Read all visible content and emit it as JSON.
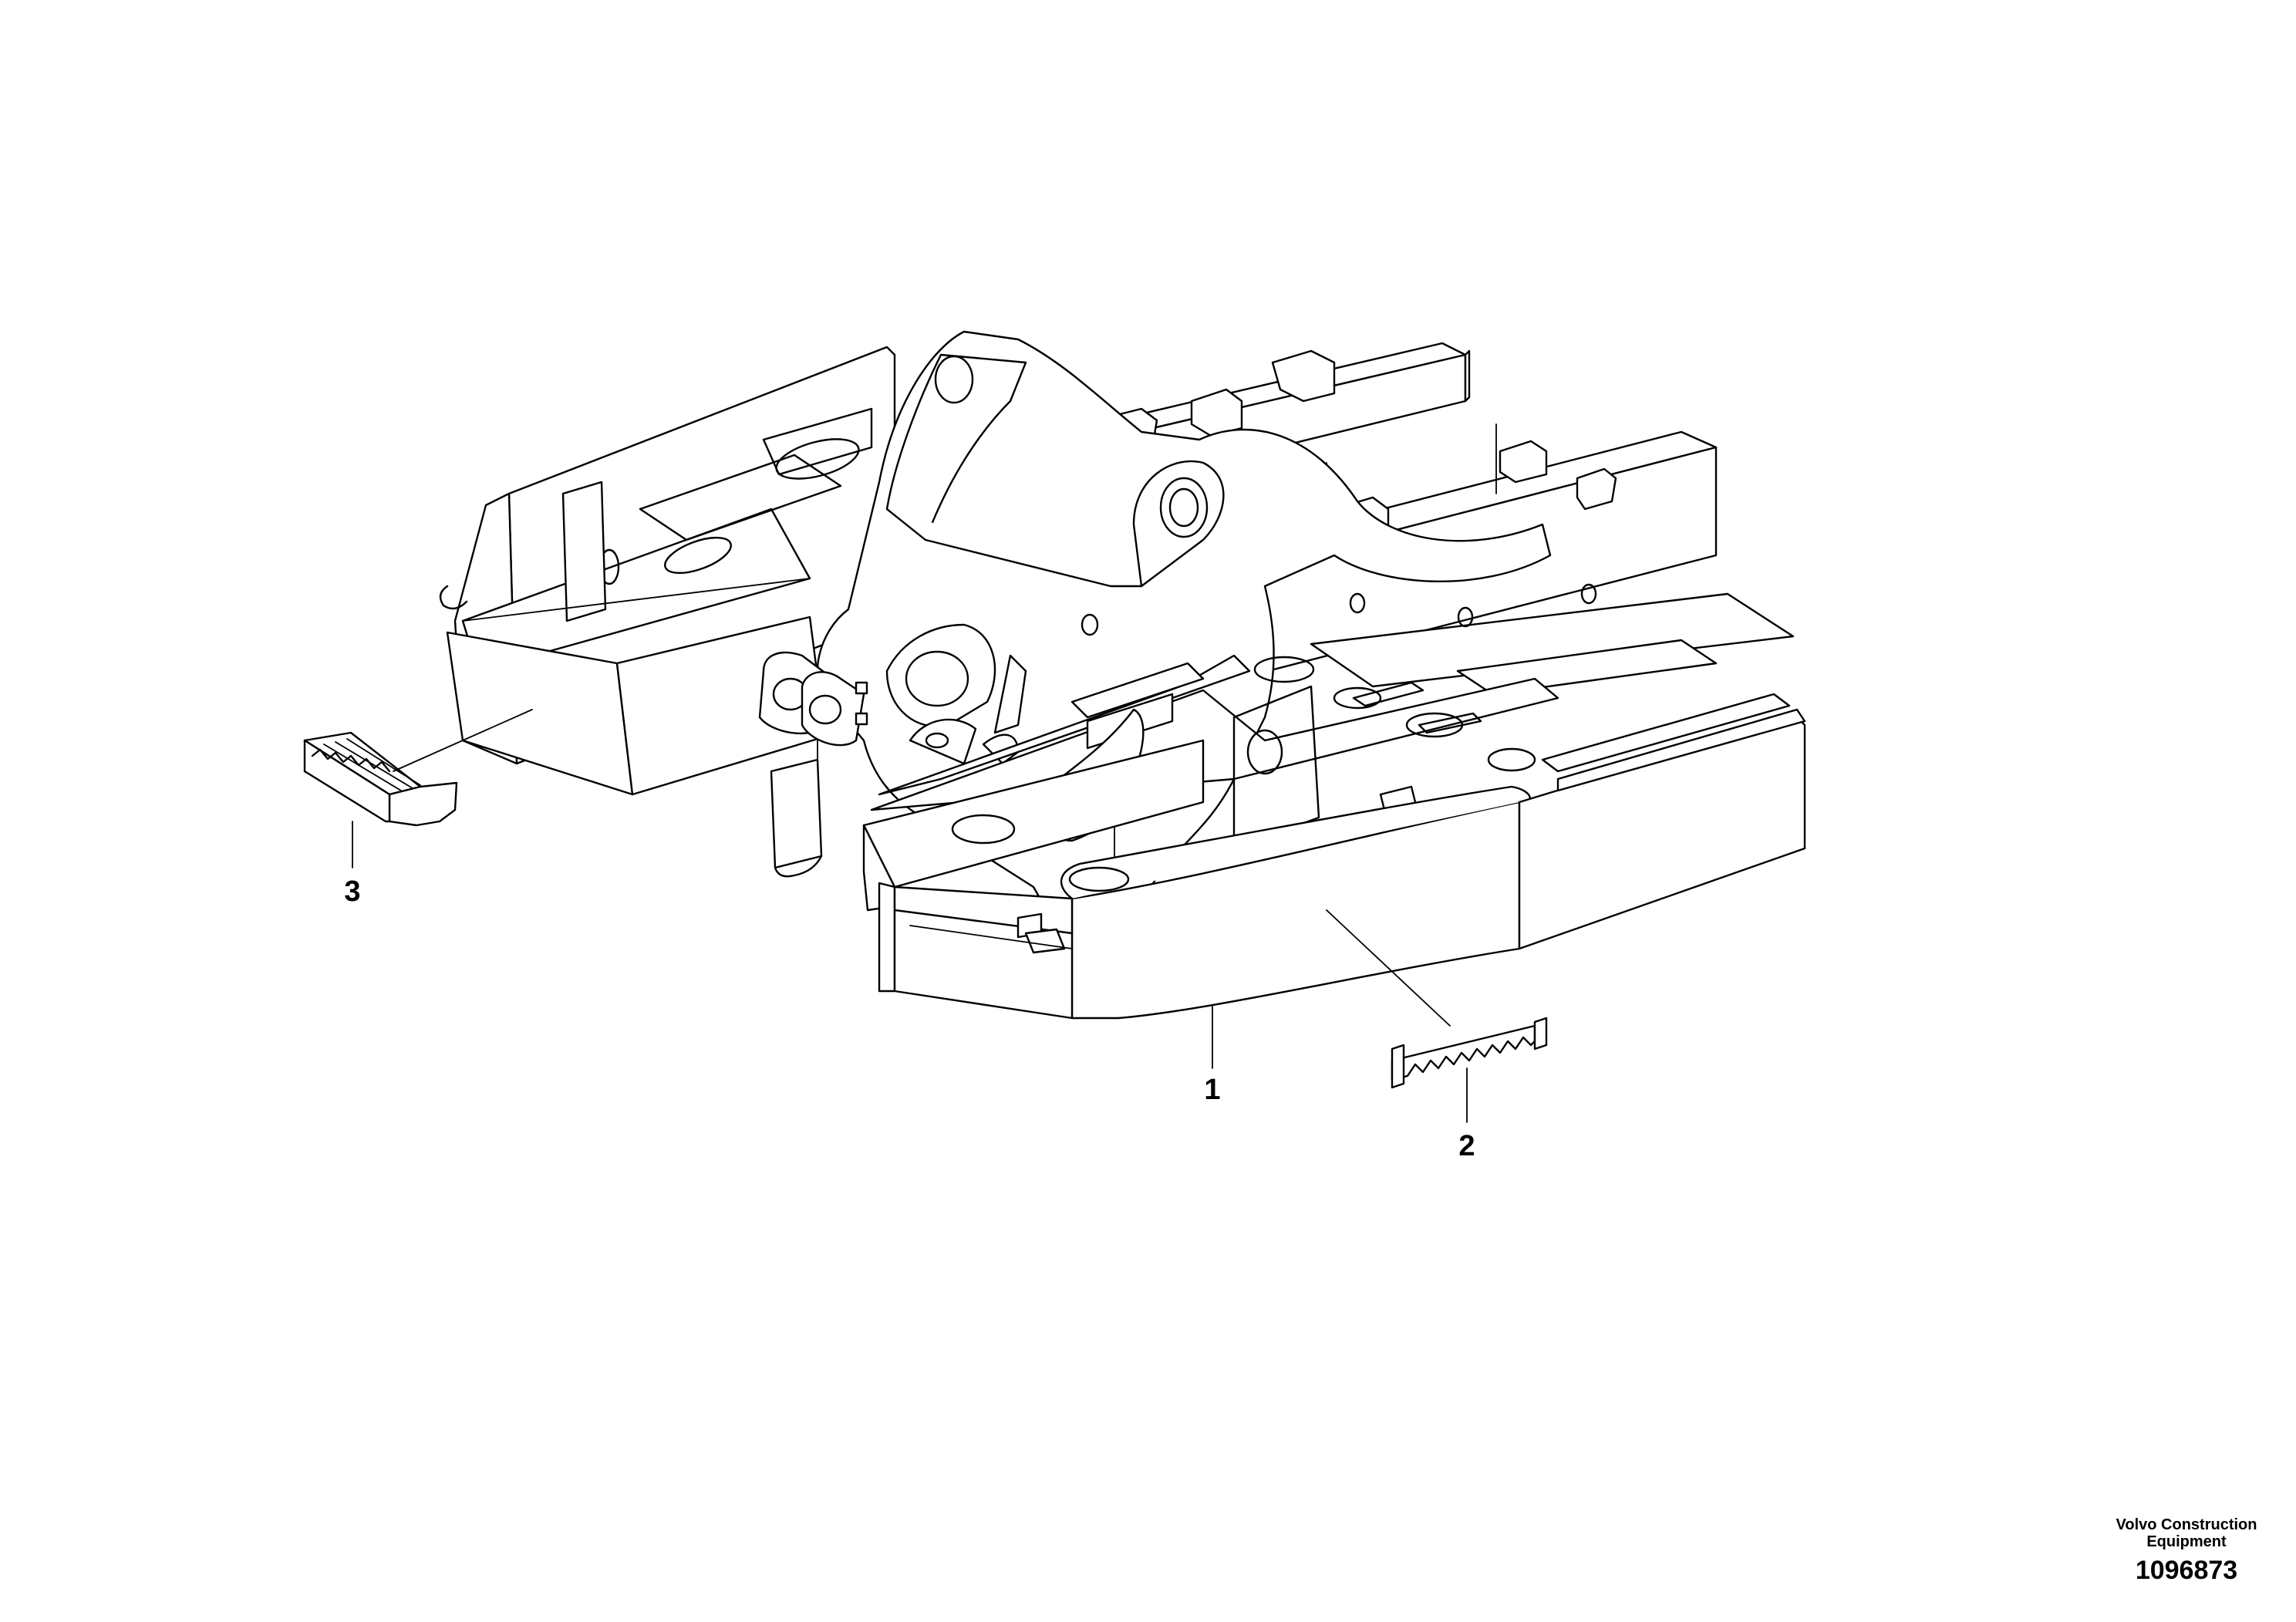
{
  "callouts": [
    {
      "id": "1",
      "label": "1"
    },
    {
      "id": "2",
      "label": "2"
    },
    {
      "id": "3",
      "label": "3"
    }
  ],
  "manufacturer": "Volvo Construction Equipment",
  "drawing_number": "1096873"
}
